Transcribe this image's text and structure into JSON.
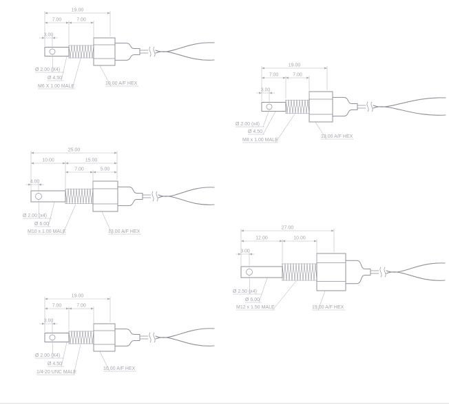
{
  "page": {
    "description": "Dimensioned multi-view CAD drawing of five threaded temperature sensor probes with lead wires",
    "background": "#ffffff",
    "line_color": "#8f8f99",
    "dim_color": "#b6b6be",
    "text_color": "#a6a6ae"
  },
  "drawings": [
    {
      "name": "m6-probe",
      "overall": "19.00",
      "segA": "7.00",
      "segB": "7.00",
      "tipDim": "3.00",
      "hole": "Ø 2.00 (X4)",
      "dia": "Ø 4.50",
      "thread": "M6 X 1.00 MALE",
      "hex": "10.00 A/F HEX"
    },
    {
      "name": "m8-probe",
      "overall": "19.00",
      "segA": "7.00",
      "segB": "7.00",
      "tipDim": "3.00",
      "hole": "Ø 2.00 (x4)",
      "dia": "Ø 4.50",
      "thread": "M8 x 1.00 MALE",
      "hex": "13.00 A/F HEX"
    },
    {
      "name": "m10-probe",
      "overall": "25.00",
      "segA": "10.00",
      "segB": "15.00",
      "subA": "7.00",
      "subB": "5.00",
      "tipDim": "4.00",
      "hole": "Ø 2.00 (x4)",
      "dia": "Ø 6.00",
      "thread": "M10 x 1.00 MALE",
      "hex": "13.00 A/F HEX"
    },
    {
      "name": "m12-probe",
      "overall": "27.00",
      "segA": "12.00",
      "segB": "10.00",
      "tipDim": "3.00",
      "hole": "Ø 2.50 (x4)",
      "dia": "Ø 6.00",
      "thread": "M12 x 1.50 MALE",
      "hex": "19.00 A/F HEX"
    },
    {
      "name": "quarter20unc-probe",
      "overall": "19.00",
      "segA": "7.00",
      "segB": "7.00",
      "tipDim": "3.00",
      "hole": "Ø 2.00 (X4)",
      "dia": "Ø 4.50",
      "thread": "1/4-20 UNC MALE",
      "hex": "10.00 A/F HEX"
    }
  ]
}
